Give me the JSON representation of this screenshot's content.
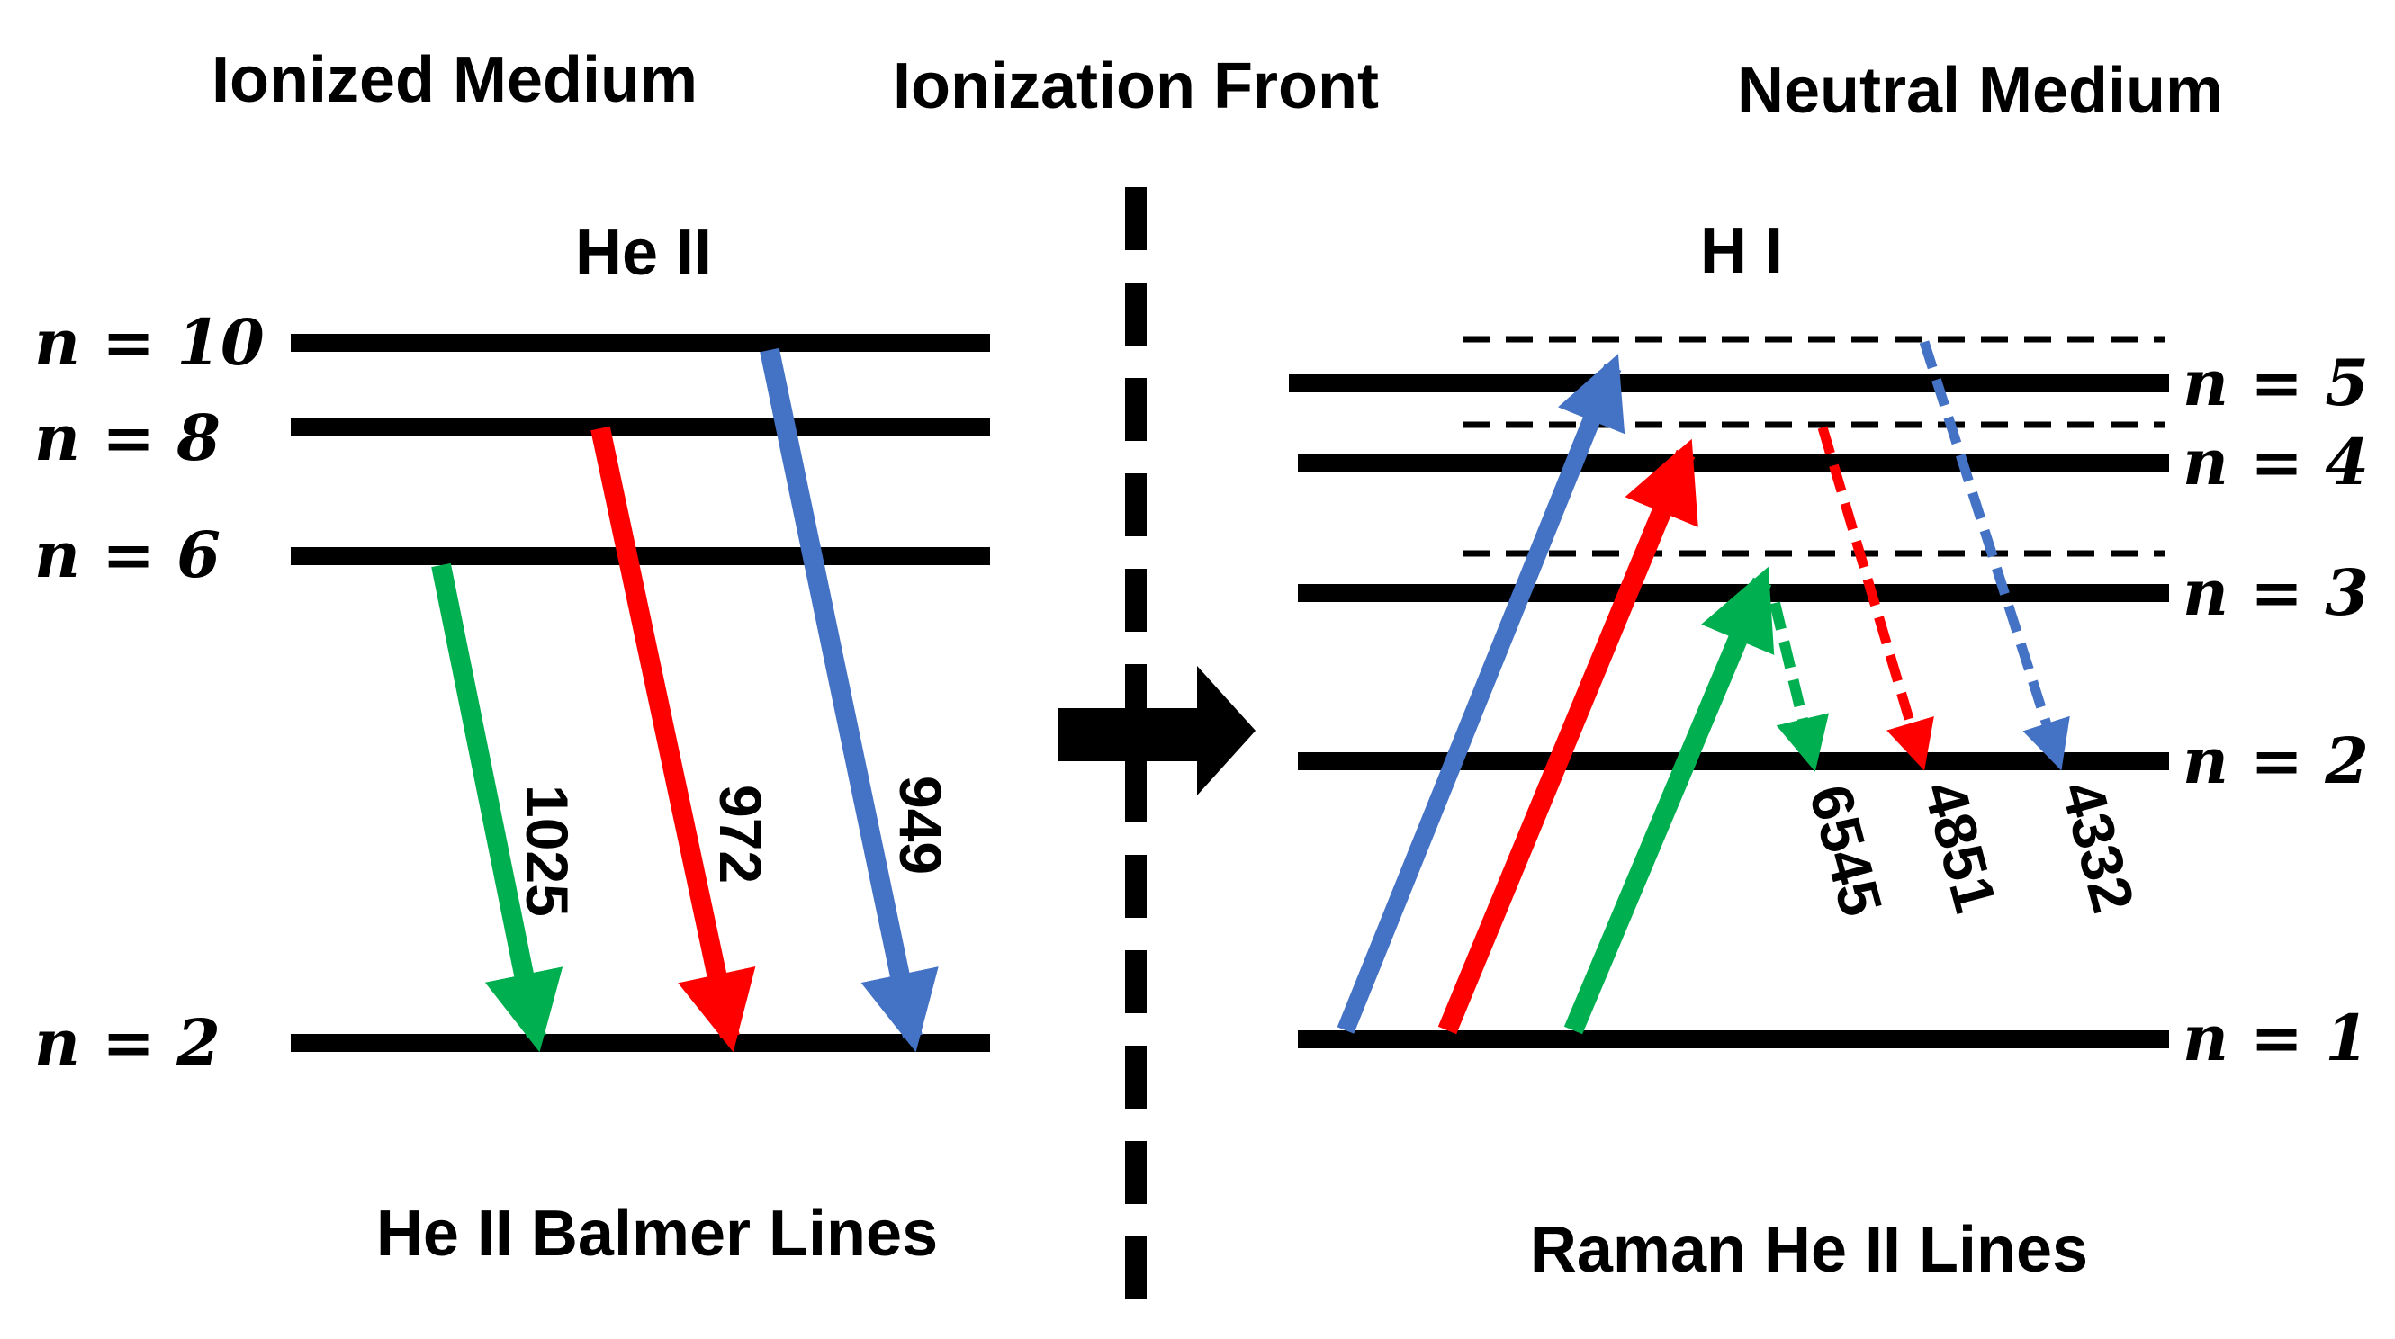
{
  "headings": {
    "left": "Ionized Medium",
    "center": "Ionization Front",
    "right": "Neutral Medium"
  },
  "species": {
    "left": "He II",
    "right": "H I"
  },
  "captions": {
    "left": "He II Balmer Lines",
    "right": "Raman He II Lines"
  },
  "he_levels": [
    {
      "label": "n = 10"
    },
    {
      "label": "n = 8"
    },
    {
      "label": "n = 6"
    },
    {
      "label": "n = 2"
    }
  ],
  "h_levels": [
    {
      "label": "n = 5"
    },
    {
      "label": "n = 4"
    },
    {
      "label": "n = 3"
    },
    {
      "label": "n = 2"
    },
    {
      "label": "n = 1"
    }
  ],
  "balmer_transitions": [
    {
      "wavelength": "1025",
      "upper": "n = 6",
      "lower": "n = 2",
      "color": "#00b050"
    },
    {
      "wavelength": "972",
      "upper": "n = 8",
      "lower": "n = 2",
      "color": "#ff0000"
    },
    {
      "wavelength": "949",
      "upper": "n = 10",
      "lower": "n = 2",
      "color": "#4472c4"
    }
  ],
  "raman_transitions": [
    {
      "wavelength": "6545",
      "color": "#00b050"
    },
    {
      "wavelength": "4851",
      "color": "#ff0000"
    },
    {
      "wavelength": "4332",
      "color": "#4472c4"
    }
  ]
}
